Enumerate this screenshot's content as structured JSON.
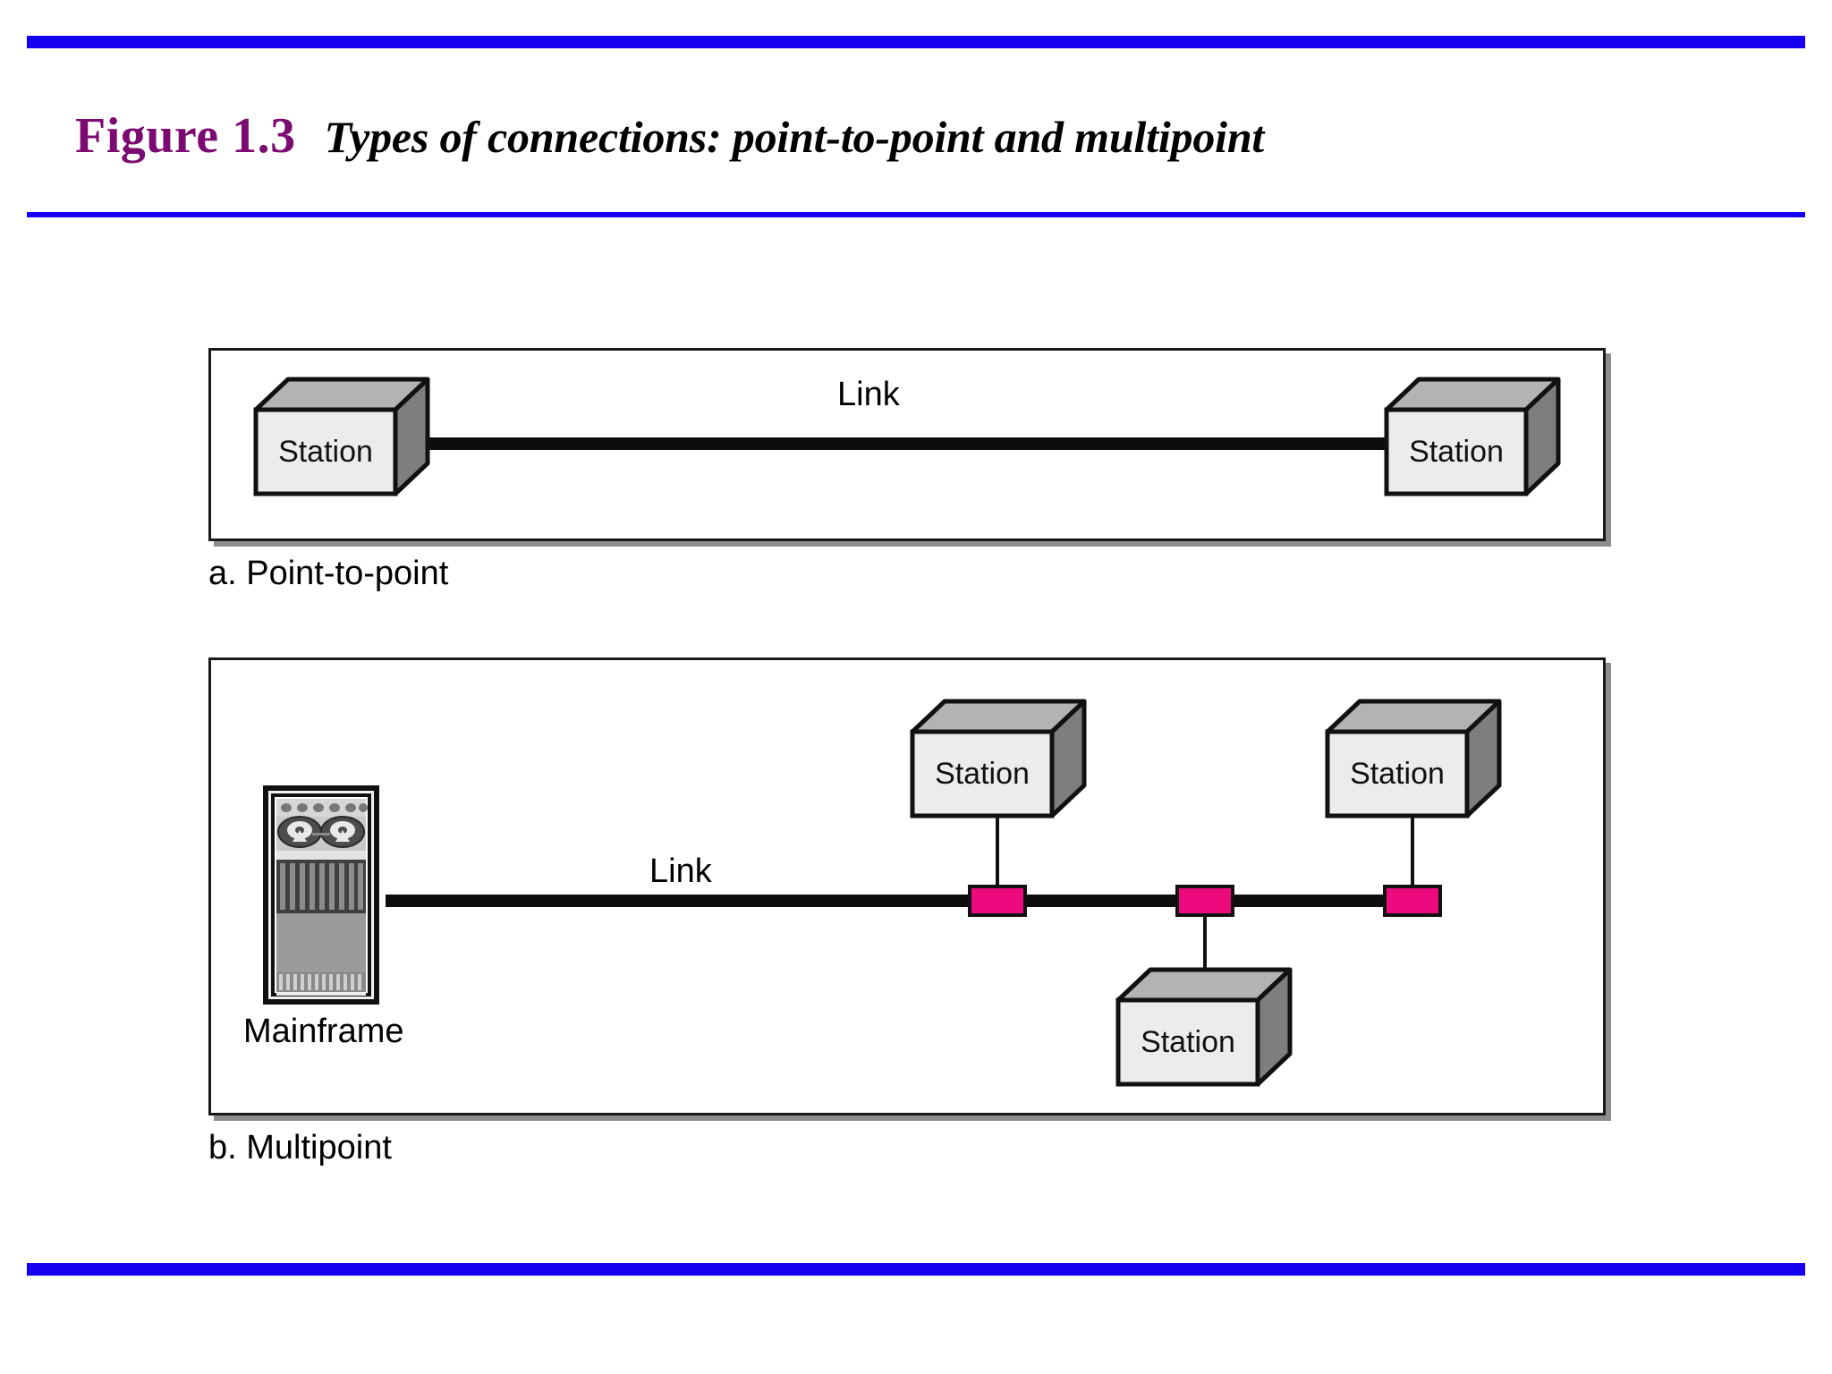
{
  "figure": {
    "number": "Figure 1.3",
    "caption": "Types of connections: point-to-point and multipoint"
  },
  "colors": {
    "rule_blue": "#1400EE",
    "figure_number_purple": "#7B0A72",
    "tap_pink": "#EC0A7E",
    "box_front_gray": "#ECECEC",
    "box_top_gray": "#B3B3B3",
    "box_side_gray": "#7E7E7E",
    "line_black": "#0D0D0D"
  },
  "panels": [
    {
      "id": "a",
      "caption": "a. Point-to-point",
      "link_label": "Link",
      "nodes": [
        {
          "type": "station",
          "label": "Station",
          "position": "left"
        },
        {
          "type": "station",
          "label": "Station",
          "position": "right"
        }
      ],
      "taps": 0
    },
    {
      "id": "b",
      "caption": "b. Multipoint",
      "link_label": "Link",
      "nodes": [
        {
          "type": "mainframe",
          "label": "Mainframe",
          "position": "left"
        },
        {
          "type": "station",
          "label": "Station",
          "position": "top-1"
        },
        {
          "type": "station",
          "label": "Station",
          "position": "top-2"
        },
        {
          "type": "station",
          "label": "Station",
          "position": "bottom-1"
        }
      ],
      "taps": 3
    }
  ],
  "labels": {
    "station": "Station",
    "mainframe": "Mainframe",
    "link": "Link"
  }
}
